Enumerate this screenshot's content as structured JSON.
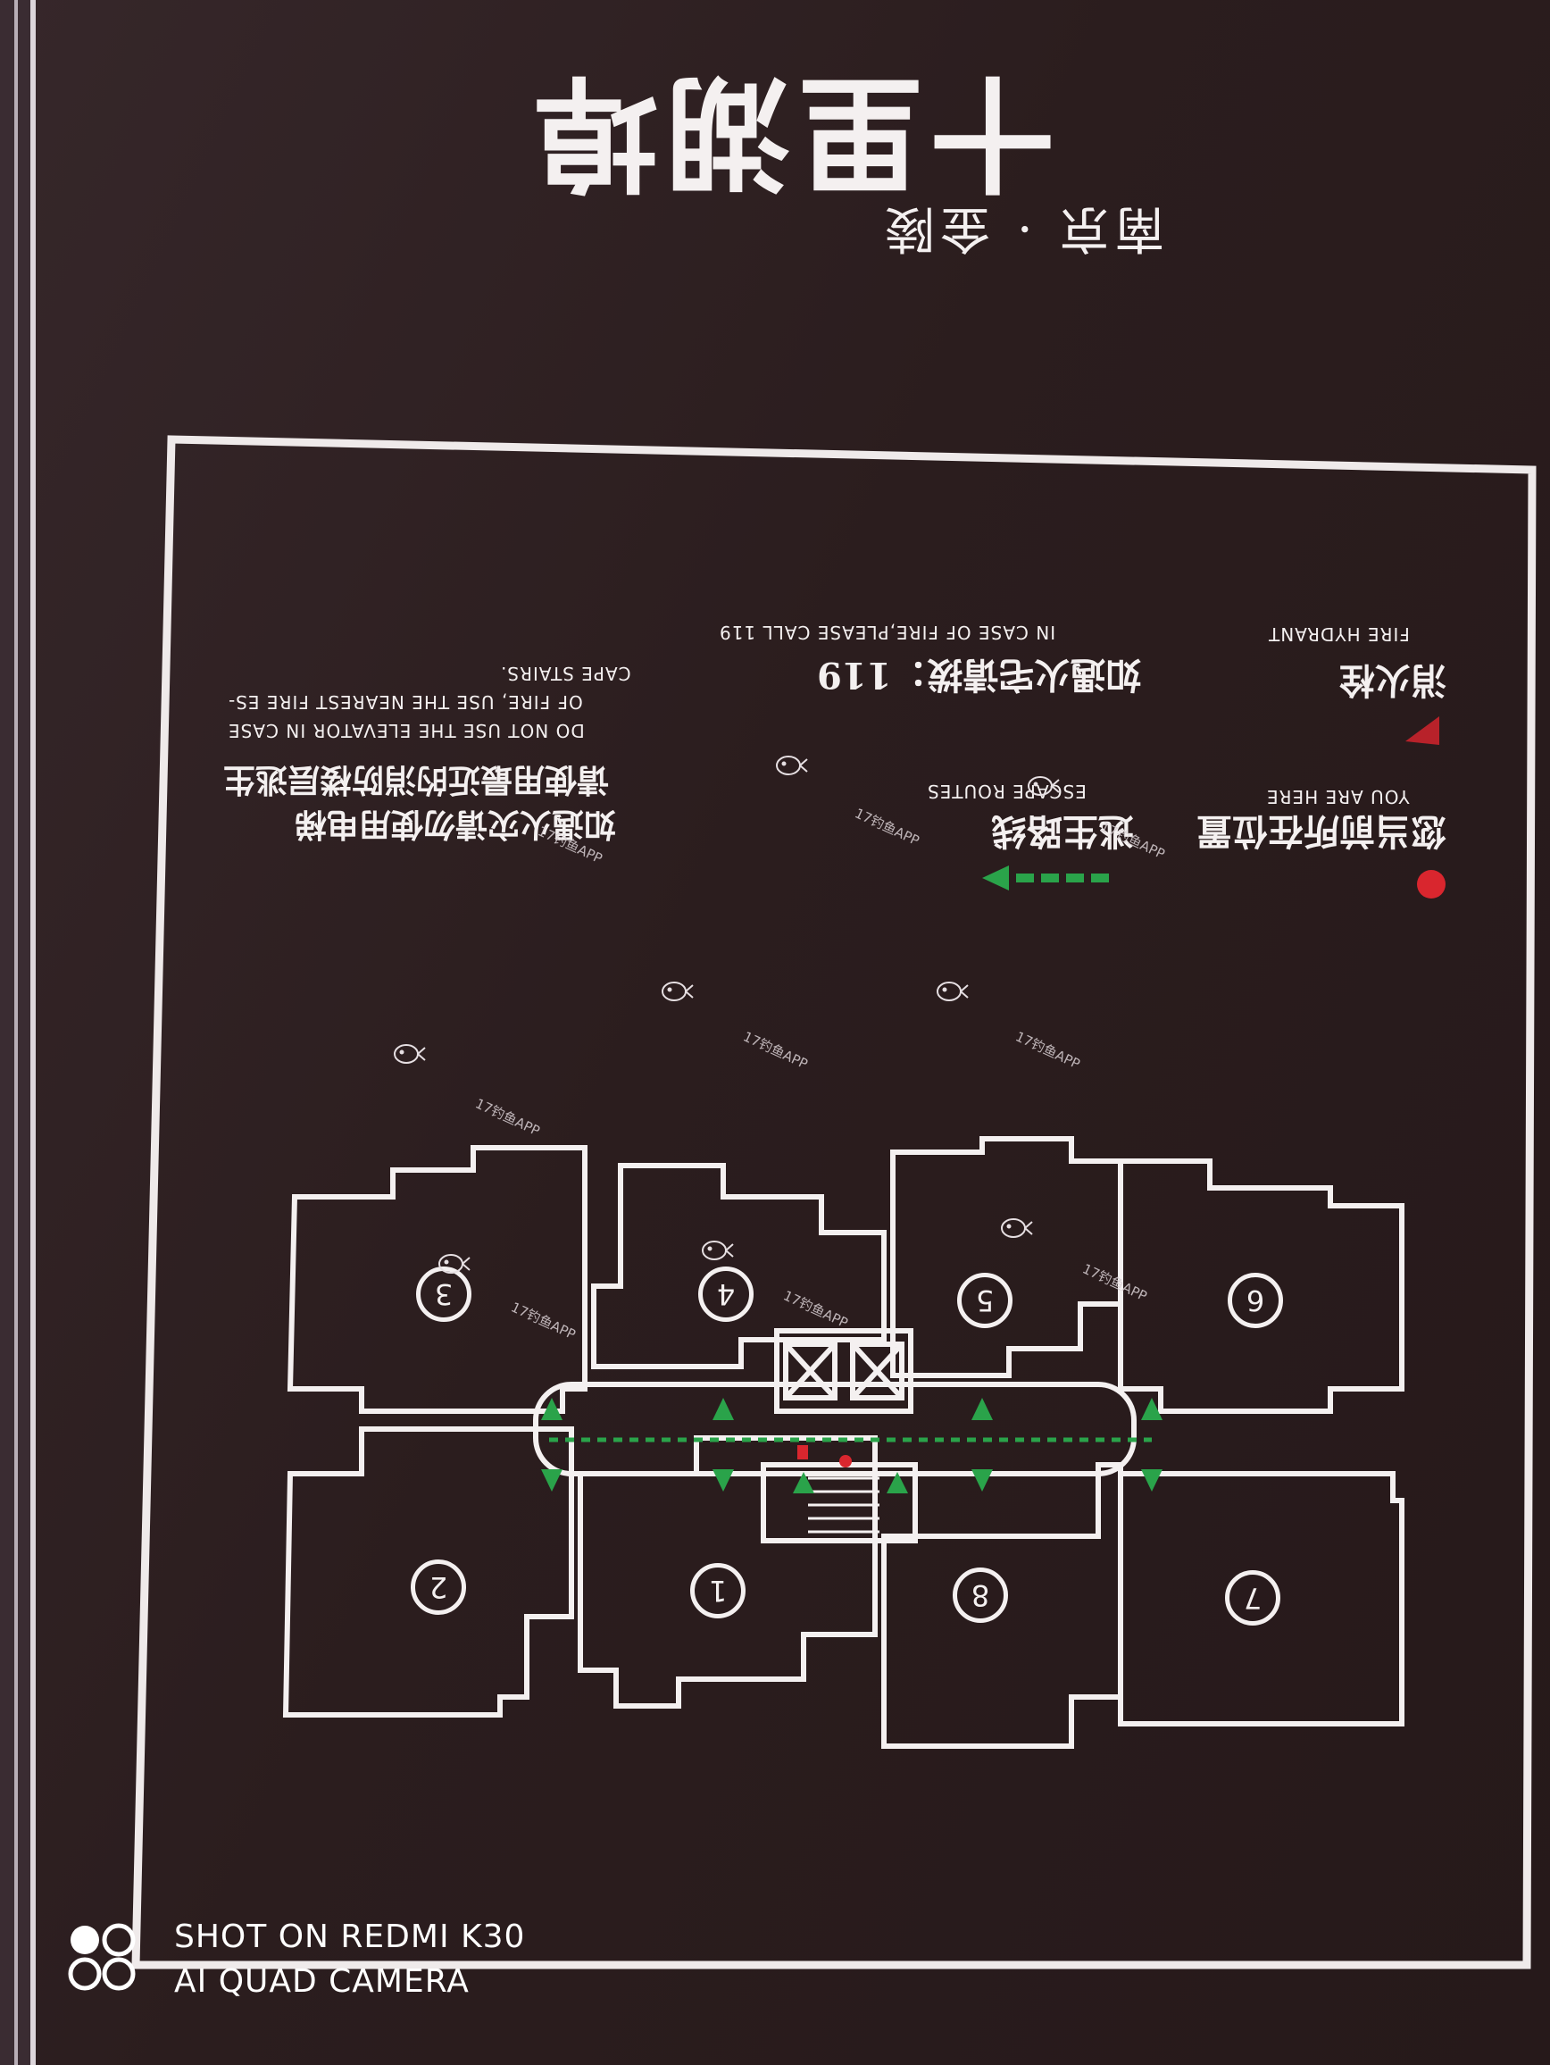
{
  "sign": {
    "calligraphy_title": "十里湖埠",
    "subtitle": "南京 · 金陵",
    "legend": [
      {
        "zh": "您当前所在位置",
        "en": "YOU ARE HERE",
        "color": "#d9262e"
      },
      {
        "zh": "逃生路线",
        "en": "ESCAPE ROUTES",
        "color": "#2aa34a"
      },
      {
        "zh": "消火栓",
        "en": "FIRE HYDRANT",
        "color": "#d9262e"
      }
    ],
    "fire_call": {
      "zh": "如遇火宅请拨：119",
      "en": "IN CASE OF FIRE,PLEASE CALL 119"
    },
    "elevator_warning": {
      "zh_line1": "如遇火灾请勿使用电梯",
      "zh_line2": "请使用最近的消防楼层逃生",
      "en_line1": "DO NOT USE THE ELEVATOR IN CASE",
      "en_line2": "OF FIRE, USE THE NEAREST FIRE ES-",
      "en_line3": "CAPE STAIRS."
    },
    "units": [
      "1",
      "2",
      "3",
      "4",
      "5",
      "6",
      "7",
      "8"
    ]
  },
  "app_stamp": "17钓鱼APP",
  "camera_watermark": {
    "line1": "SHOT ON REDMI K30",
    "line2": "AI QUAD CAMERA"
  },
  "colors": {
    "background": "#2b1d1e",
    "lines": "#f4f0f0",
    "route": "#2aa34a",
    "marker": "#d9262e"
  }
}
